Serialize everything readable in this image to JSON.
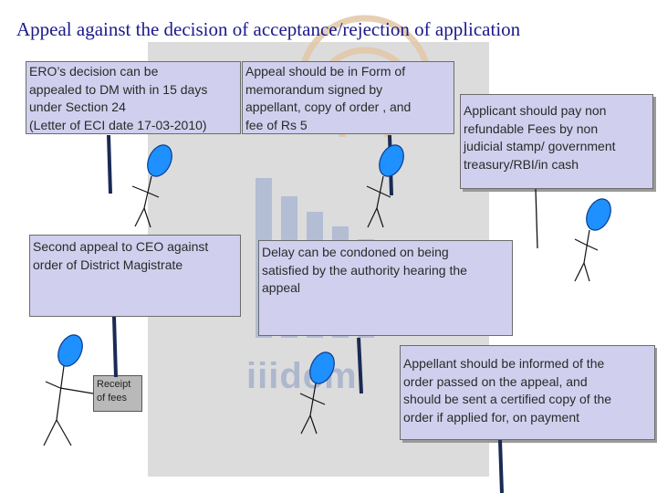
{
  "title": "Appeal against the decision of acceptance/rejection of application",
  "boxes": {
    "ero_decision": "ERO’s decision can be\nappealed to DM with in 15 days\nunder Section 24\n(Letter of ECI date 17-03-2010)",
    "appeal_form": "Appeal should be in Form of\nmemorandum signed by\nappellant, copy of order , and\nfee of Rs 5",
    "fees": "Applicant should pay non\nrefundable Fees  by non\njudicial stamp/ government\ntreasury/RBI/in cash",
    "second_appeal": "Second appeal to CEO against\norder of District Magistrate",
    "delay": "Delay can be condoned  on being\nsatisfied by the authority hearing the\nappeal",
    "inform": "Appellant should be informed of the\norder passed on the appeal, and\nshould be sent a certified copy of the\norder if applied for, on payment"
  },
  "receipt": "Receipt\nof fees",
  "logo": "iiidem",
  "colors": {
    "title": "#1a1a8c",
    "box_fill": "#d0d0ee",
    "head_fill": "#1e90ff",
    "backdrop": "#dcdcdc"
  }
}
